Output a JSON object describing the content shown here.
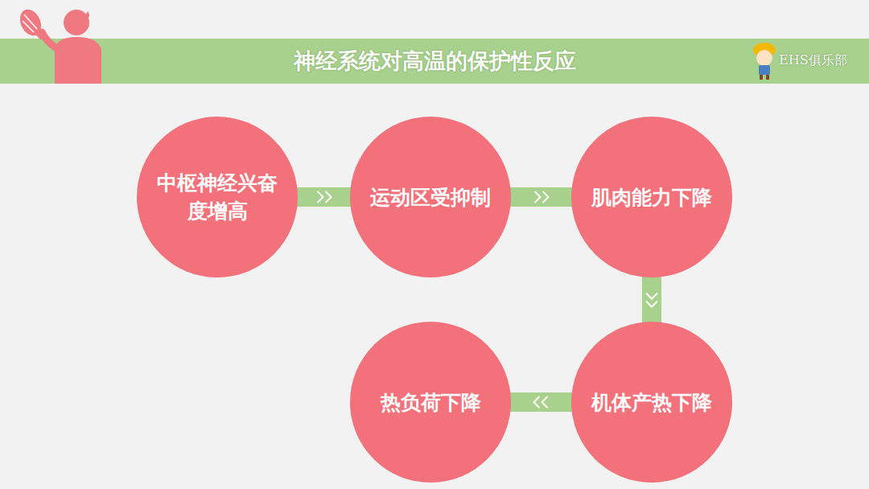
{
  "diagram": {
    "title": "神经系统对高温的保护性反应",
    "nodes": [
      {
        "text": [
          "中枢神经兴奋度增高"
        ]
      },
      {
        "text": [
          "运动区受抑制"
        ]
      },
      {
        "text": [
          "肌肉能力下降"
        ]
      },
      {
        "text": [
          "机体产热下降"
        ]
      },
      {
        "text": [
          "热负荷下降"
        ]
      }
    ],
    "edges": [
      {
        "from": 0,
        "to": 1,
        "arrow": "to"
      },
      {
        "from": 1,
        "to": 2,
        "arrow": "to"
      },
      {
        "from": 2,
        "to": 3,
        "arrow": "to"
      },
      {
        "from": 3,
        "to": 4,
        "arrow": "to"
      }
    ],
    "labels": [
      "EHS俱乐部"
    ]
  }
}
